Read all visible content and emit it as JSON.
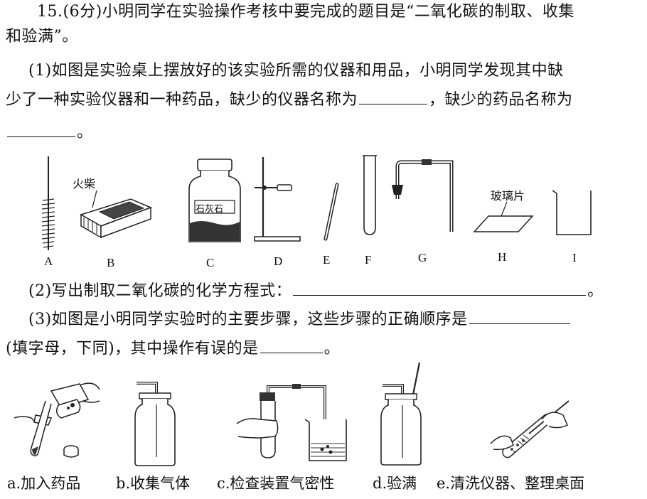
{
  "question": {
    "line1": "15.(6分)小明同学在实验操作考核中要完成的题目是“二氧化碳的制取、收集",
    "line2": "和验满”。",
    "p1_line1": "(1)如图是实验桌上摆放好的该实验所需的仪器和用品，小明同学发现其中缺",
    "p1_line2a": "少了一种实验仪器和一种药品，缺少的仪器名称为",
    "p1_line2b": "，缺少的药品名称为",
    "p1_line3": "。",
    "p2_a": "(2)写出制取二氧化碳的化学方程式：",
    "p2_b": "。",
    "p3_a": "(3)如图是小明同学实验时的主要步骤，这些步骤的正确顺序是",
    "p3_b1": "(填字母，下同)，其中操作有误的是",
    "p3_b2": "。"
  },
  "figure1": {
    "labels": [
      "A",
      "B",
      "C",
      "D",
      "E",
      "F",
      "G",
      "H",
      "I"
    ],
    "matches_label": "火柴",
    "jar_label": "石灰石",
    "glass_label": "玻璃片"
  },
  "figure2": {
    "captions": [
      "a.加入药品",
      "b.收集气体",
      "c.检查装置气密性",
      "d.验满",
      "e.清洗仪器、整理桌面"
    ]
  }
}
